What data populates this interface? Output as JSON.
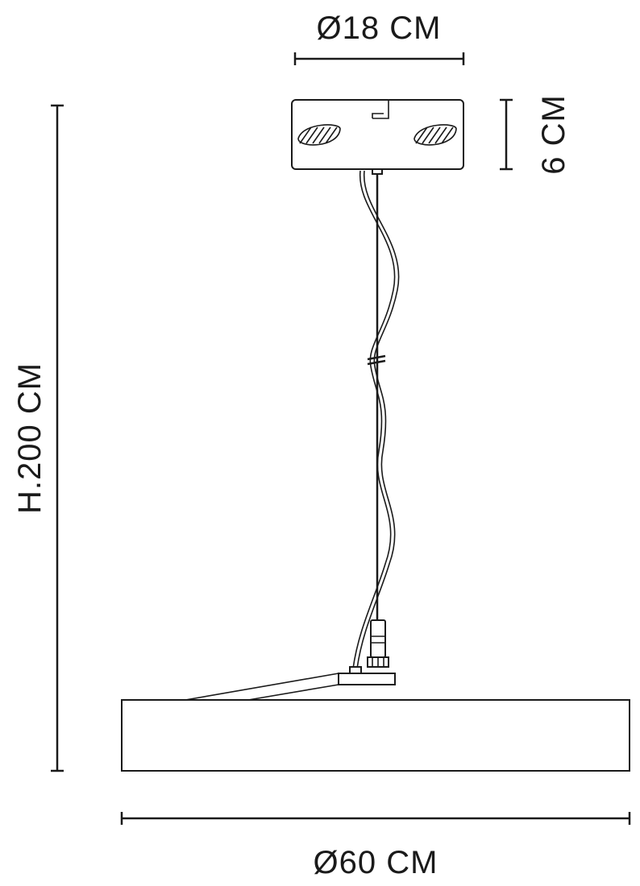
{
  "dimensions": {
    "canopy_diameter": "Ø18 CM",
    "canopy_height": "6 CM",
    "total_height": "H.200 CM",
    "lamp_diameter": "Ø60 CM"
  },
  "colors": {
    "line": "#1a1a1a",
    "background": "#ffffff"
  }
}
